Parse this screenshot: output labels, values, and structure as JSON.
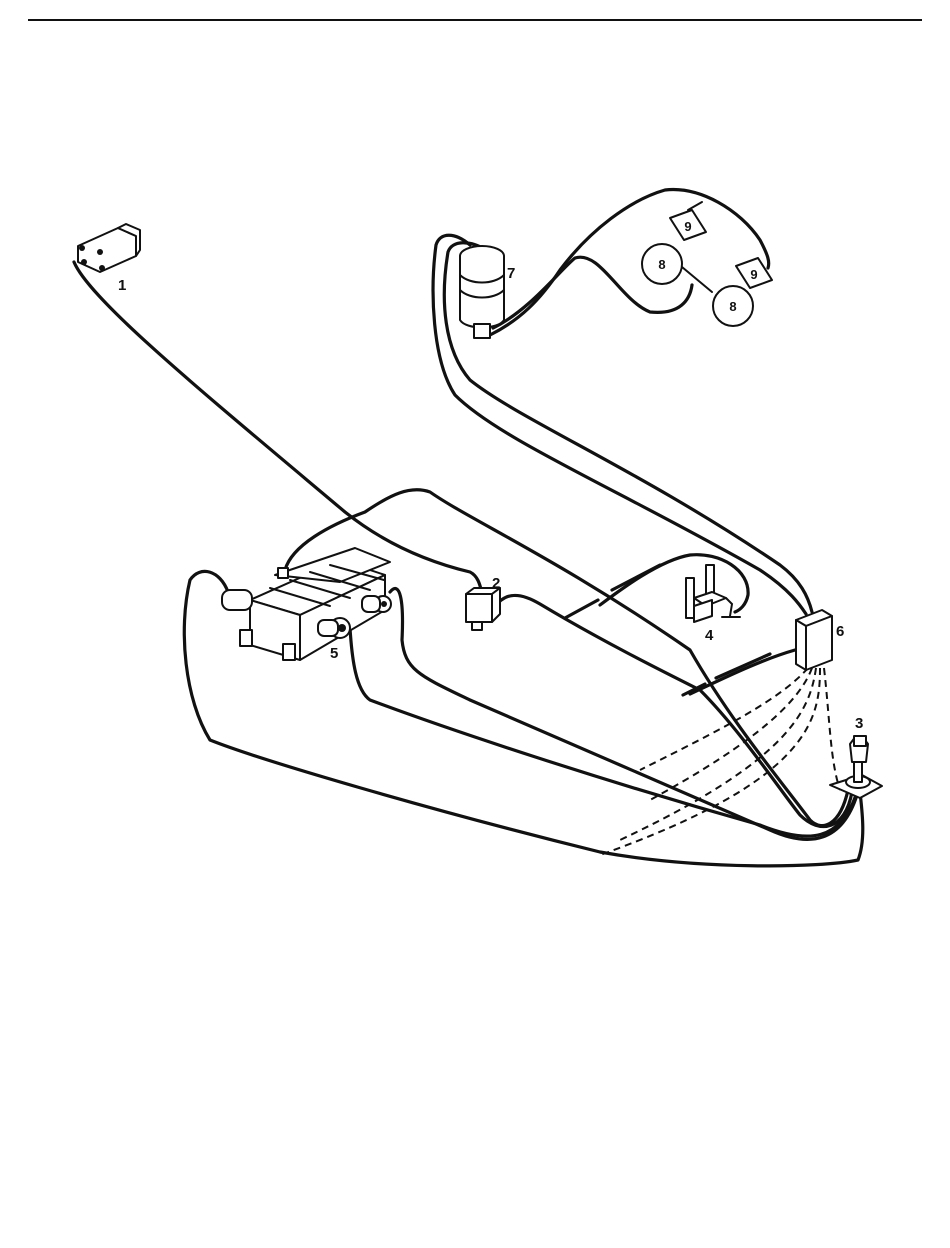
{
  "callouts": {
    "c1": "1",
    "c2": "2",
    "c3": "3",
    "c4": "4",
    "c5": "5",
    "c6": "6",
    "c7": "7",
    "c8a": "8",
    "c8b": "8",
    "c9a": "9",
    "c9b": "9"
  },
  "colors": {
    "ink": "#111111",
    "paper": "#ffffff"
  }
}
